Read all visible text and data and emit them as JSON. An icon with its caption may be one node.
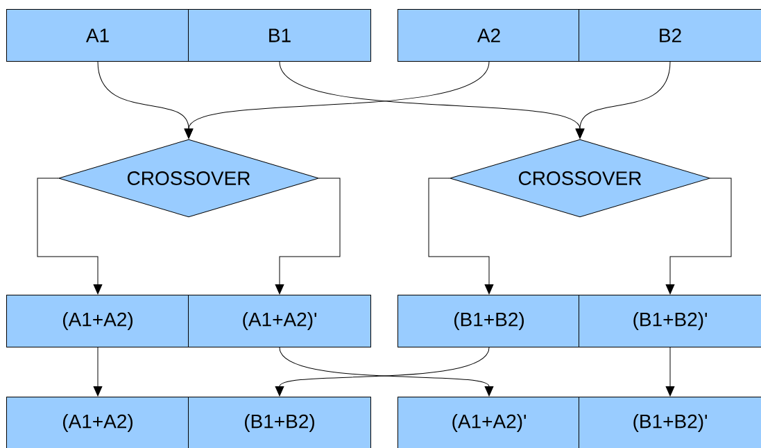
{
  "diagram": {
    "nodes": [
      {
        "text": [
          "A1"
        ]
      },
      {
        "text": [
          "B1"
        ]
      },
      {
        "text": [
          "A2"
        ]
      },
      {
        "text": [
          "B2"
        ]
      },
      {
        "text": [
          "CROSSOVER"
        ]
      },
      {
        "text": [
          "CROSSOVER"
        ]
      },
      {
        "text": [
          "(A1+A2)"
        ]
      },
      {
        "text": [
          "(A1+A2)'"
        ]
      },
      {
        "text": [
          "(B1+B2)"
        ]
      },
      {
        "text": [
          "(B1+B2)'"
        ]
      },
      {
        "text": [
          "(A1+A2)"
        ]
      },
      {
        "text": [
          "(B1+B2)"
        ]
      },
      {
        "text": [
          "(A1+A2)'"
        ]
      },
      {
        "text": [
          "(B1+B2)'"
        ]
      }
    ],
    "edges": [
      {
        "from": 0,
        "to": 4,
        "arrow": "to"
      },
      {
        "from": 2,
        "to": 4,
        "arrow": "to"
      },
      {
        "from": 1,
        "to": 5,
        "arrow": "to"
      },
      {
        "from": 3,
        "to": 5,
        "arrow": "to"
      },
      {
        "from": 4,
        "to": 6,
        "arrow": "to"
      },
      {
        "from": 4,
        "to": 7,
        "arrow": "to"
      },
      {
        "from": 5,
        "to": 8,
        "arrow": "to"
      },
      {
        "from": 5,
        "to": 9,
        "arrow": "to"
      },
      {
        "from": 6,
        "to": 10,
        "arrow": "to"
      },
      {
        "from": 7,
        "to": 12,
        "arrow": "to"
      },
      {
        "from": 8,
        "to": 11,
        "arrow": "to"
      },
      {
        "from": 9,
        "to": 13,
        "arrow": "to"
      }
    ]
  }
}
